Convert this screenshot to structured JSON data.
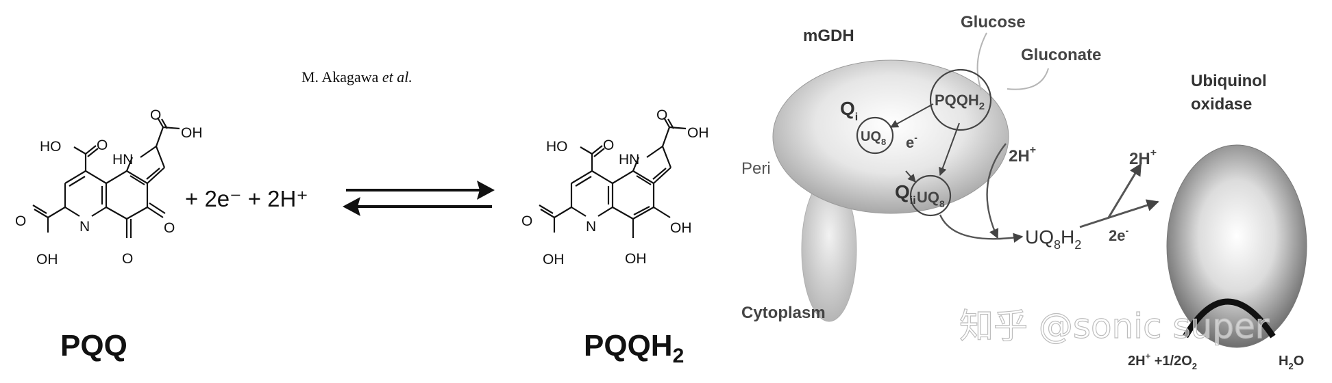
{
  "author": {
    "name": "M. Akagawa",
    "etal": "et al."
  },
  "pqq": {
    "name": "PQQ",
    "atoms": {
      "hooc1": "HO",
      "o1": "O",
      "nh": "HN",
      "o2": "O",
      "oh2": "OH",
      "o3": "O",
      "oh3": "OH",
      "n": "N",
      "o4": "O",
      "o5": "O"
    }
  },
  "equation": {
    "text": "+ 2e⁻ + 2H⁺"
  },
  "pqqh2": {
    "name": "PQQH",
    "sub": "2",
    "atoms": {
      "hooc1": "HO",
      "o1": "O",
      "nh": "HN",
      "o2": "O",
      "oh2": "OH",
      "o3": "O",
      "oh3": "OH",
      "n": "N",
      "oh4": "OH",
      "oh5": "OH"
    }
  },
  "diagram": {
    "mgdh": "mGDH",
    "glucose": "Glucose",
    "gluconate": "Gluconate",
    "qi": "Q",
    "qi_sub": "i",
    "pqqh2": "PQQH",
    "pqqh2_sub": "2",
    "uq_i": "UQ",
    "uq_i_sub": "8",
    "electron": "e",
    "electron_sup": "-",
    "qii": "Q",
    "qii_sub": "ii",
    "uq_ii": "UQ",
    "uq_ii_sub": "8",
    "peri": "Peri",
    "cytoplasm": "Cytoplasm",
    "h_left": "2H",
    "h_left_sup": "+",
    "uq8h2": "UQ",
    "uq8h2_sub": "8",
    "uq8h2_h": "H",
    "uq8h2_sub2": "2",
    "h_right": "2H",
    "h_right_sup": "+",
    "e_right": "2e",
    "e_right_sup": "-",
    "oxidase_line1": "Ubiquinol",
    "oxidase_line2": "oxidase",
    "bottom_left": "2H",
    "bottom_left_sup": "+",
    "bottom_plus": " +1/2O",
    "bottom_left_sub": "2",
    "bottom_right": "H",
    "bottom_right_sub": "2",
    "bottom_right_tail": "O"
  },
  "watermark": "知乎 @sonic super"
}
